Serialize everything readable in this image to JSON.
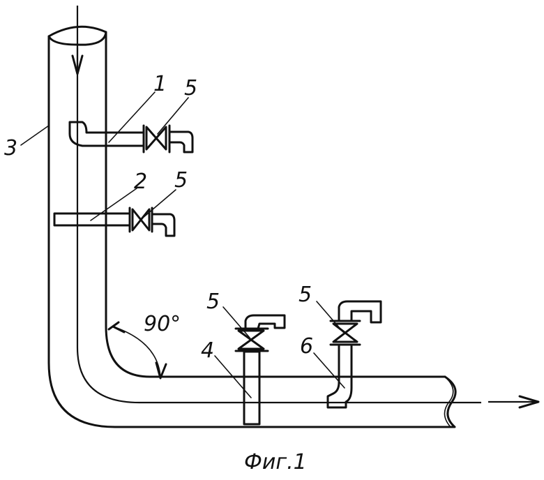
{
  "diagram": {
    "labels": {
      "l1": "1",
      "l2": "2",
      "l3": "3",
      "l4": "4",
      "l5a": "5",
      "l5b": "5",
      "l5c": "5",
      "l5d": "5",
      "l6": "6"
    },
    "angle": "90°",
    "caption": "Фиг.1"
  }
}
